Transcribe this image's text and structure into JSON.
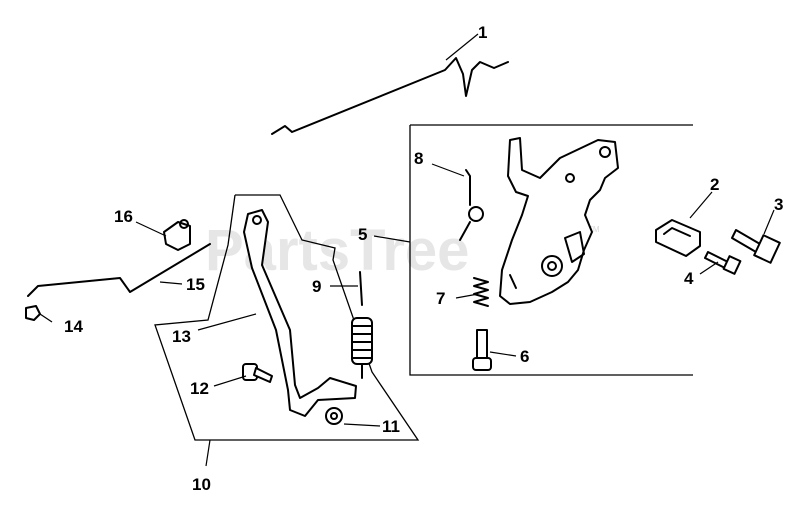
{
  "watermark": {
    "text": "PartsTree",
    "trademark": "TM"
  },
  "callouts": [
    "1",
    "2",
    "3",
    "4",
    "5",
    "6",
    "7",
    "8",
    "9",
    "10",
    "11",
    "12",
    "13",
    "14",
    "15",
    "16"
  ],
  "colors": {
    "line": "#000000",
    "background": "#ffffff",
    "watermark": "#e6e6e6"
  }
}
